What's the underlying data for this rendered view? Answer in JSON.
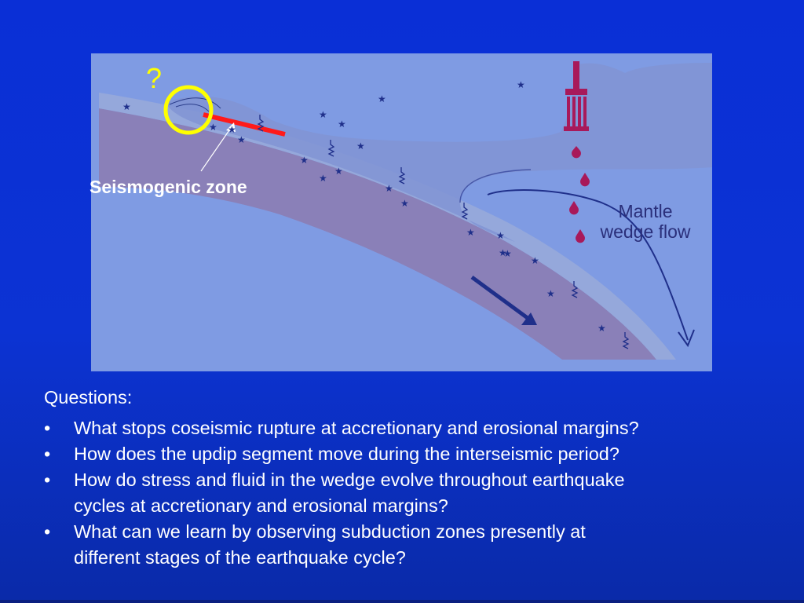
{
  "diagram": {
    "callout_label": "Seismogenic zone",
    "question_mark": "?",
    "mantle_label_line1": "Mantle",
    "mantle_label_line2": "wedge flow",
    "colors": {
      "panel": "#7f9be3",
      "slab_band": "#95a8db",
      "mantle_purple": "#8a80b8",
      "overriding_plate": "#8194d4",
      "seismogenic_zone": "#ff1a1a",
      "highlight_circle": "#ffff00",
      "volcano_magma": "#a8195a",
      "arrow": "#1f2f8a"
    }
  },
  "questions": {
    "heading": "Questions:",
    "bullet_symbol": "•",
    "items": [
      {
        "lines": [
          "What stops coseismic rupture at accretionary and erosional margins?"
        ]
      },
      {
        "lines": [
          "How does the updip segment move during the interseismic period?"
        ]
      },
      {
        "lines": [
          "How do stress and fluid in the wedge evolve throughout earthquake",
          "cycles at accretionary and erosional margins?"
        ]
      },
      {
        "lines": [
          "What can we learn by observing subduction zones presently at",
          "different stages of the earthquake cycle?"
        ]
      }
    ]
  }
}
